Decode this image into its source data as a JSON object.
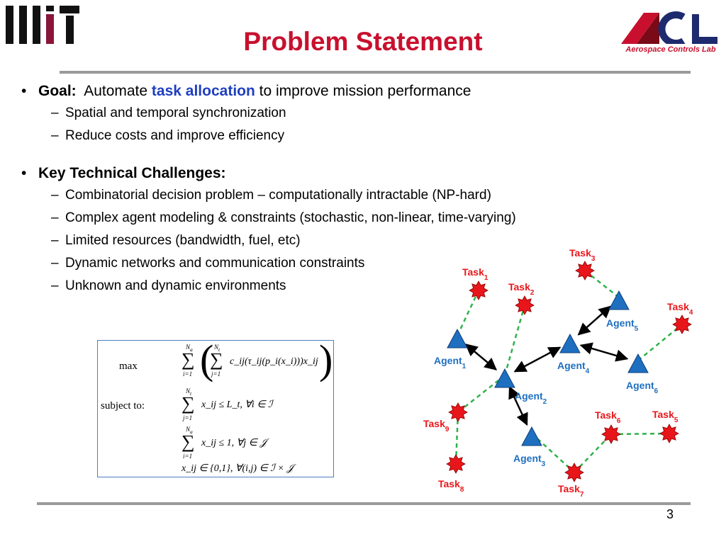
{
  "slide": {
    "title": "Problem Statement",
    "page_number": "3",
    "logo_right_text": "Aerospace Controls Lab",
    "logo_right_letters": "ACL",
    "colors": {
      "title": "#c8102e",
      "highlight": "#1f3fbf",
      "agent": "#1f6fc0",
      "task": "#e8161a",
      "link": "#2db34a"
    }
  },
  "bullets": [
    {
      "lead": "Goal:",
      "text_before": "Automate",
      "highlight": "task allocation",
      "text_after": "to improve mission performance",
      "subs": [
        "Spatial and temporal synchronization",
        "Reduce costs and improve efficiency"
      ]
    },
    {
      "lead": "Key Technical Challenges:",
      "subs": [
        "Combinatorial decision problem – computationally intractable (NP-hard)",
        "Complex agent modeling & constraints (stochastic, non-linear, time-varying)",
        "Limited resources (bandwidth, fuel, etc)",
        "Dynamic networks and communication constraints",
        "Unknown and dynamic environments"
      ]
    }
  ],
  "formula": {
    "max_label": "max",
    "subject_label": "subject to:",
    "objective": "c_ij(τ_ij(p_i(x_i)))x_ij",
    "constraint1": "x_ij ≤ L_t, ∀i ∈ ℐ",
    "constraint2": "x_ij ≤ 1, ∀j ∈ 𝒥",
    "constraint3": "x_ij ∈ {0,1}, ∀(i,j) ∈ ℐ × 𝒥"
  },
  "diagram": {
    "agent_word": "Agent",
    "task_word": "Task",
    "agents": [
      {
        "id": "1",
        "label_sub": "1"
      },
      {
        "id": "2",
        "label_sub": "2"
      },
      {
        "id": "3",
        "label_sub": "3"
      },
      {
        "id": "4",
        "label_sub": "4"
      },
      {
        "id": "5",
        "label_sub": "5"
      },
      {
        "id": "6",
        "label_sub": "6"
      }
    ],
    "tasks": [
      {
        "id": "1",
        "label_sub": "1"
      },
      {
        "id": "2",
        "label_sub": "2"
      },
      {
        "id": "3",
        "label_sub": "3"
      },
      {
        "id": "4",
        "label_sub": "4"
      },
      {
        "id": "5",
        "label_sub": "5"
      },
      {
        "id": "6",
        "label_sub": "6"
      },
      {
        "id": "7",
        "label_sub": "7"
      },
      {
        "id": "8",
        "label_sub": "8"
      },
      {
        "id": "9",
        "label_sub": "9"
      }
    ]
  }
}
